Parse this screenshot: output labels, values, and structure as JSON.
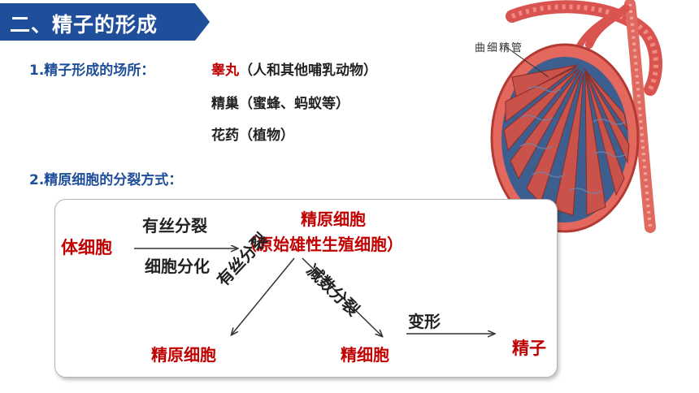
{
  "header": {
    "title": "二、精子的形成"
  },
  "section1": {
    "label": "1.精子形成的场所：",
    "places": [
      {
        "organ": "睾丸",
        "note": "（人和其他哺乳动物）"
      },
      {
        "organ": "精巢",
        "note": "（蜜蜂、蚂蚁等）"
      },
      {
        "organ": "花药",
        "note": "（植物）"
      }
    ]
  },
  "section2": {
    "label": "2.精原细胞的分裂方式："
  },
  "illustration": {
    "label": "曲细精管"
  },
  "diagram": {
    "somatic_cell": "体细胞",
    "edge1_top": "有丝分裂",
    "edge1_bottom": "细胞分化",
    "spermatogonium_line1": "精原细胞",
    "spermatogonium_line2": "（原始雄性生殖细胞）",
    "mitosis_label": "有丝分裂",
    "meiosis_label": "减数分裂",
    "left_result": "精原细胞",
    "right_result": "精细胞",
    "transform_label": "变形",
    "final": "精子"
  },
  "colors": {
    "banner": "#1f4f9a",
    "label_blue": "#1f4f9a",
    "highlight_red": "#c00000"
  }
}
